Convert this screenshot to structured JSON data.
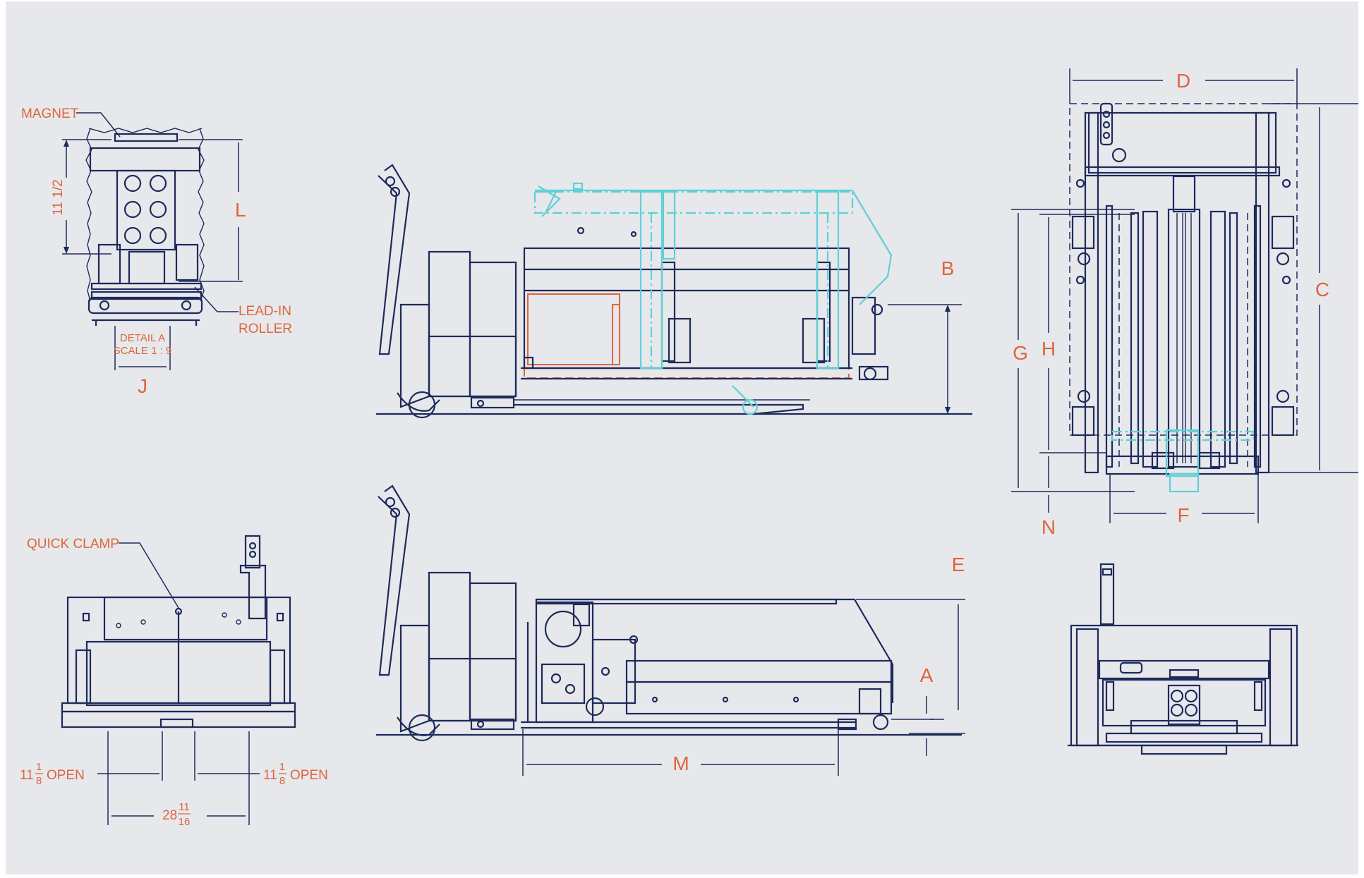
{
  "colors": {
    "background": "#e6e8ec",
    "line": "#1e2a5a",
    "label": "#e0653a",
    "highlight": "#5fd0d6"
  },
  "labels": {
    "magnet": "MAGNET",
    "eleven_half": "11 1/2",
    "L": "L",
    "lead_in_1": "LEAD-IN",
    "lead_in_2": "ROLLER",
    "detail_1": "DETAIL A",
    "detail_2": "SCALE 1 : 9",
    "J": "J",
    "B": "B",
    "D": "D",
    "C": "C",
    "G": "G",
    "H": "H",
    "F": "F",
    "N": "N",
    "E": "E",
    "A": "A",
    "M": "M",
    "quick_clamp": "QUICK CLAMP",
    "open_left_whole": "11",
    "open_left_num": "1",
    "open_left_den": "8",
    "open_left_word": "OPEN",
    "open_right_whole": "11",
    "open_right_num": "1",
    "open_right_den": "8",
    "open_right_word": "OPEN",
    "width_whole": "28",
    "width_num": "11",
    "width_den": "16"
  }
}
